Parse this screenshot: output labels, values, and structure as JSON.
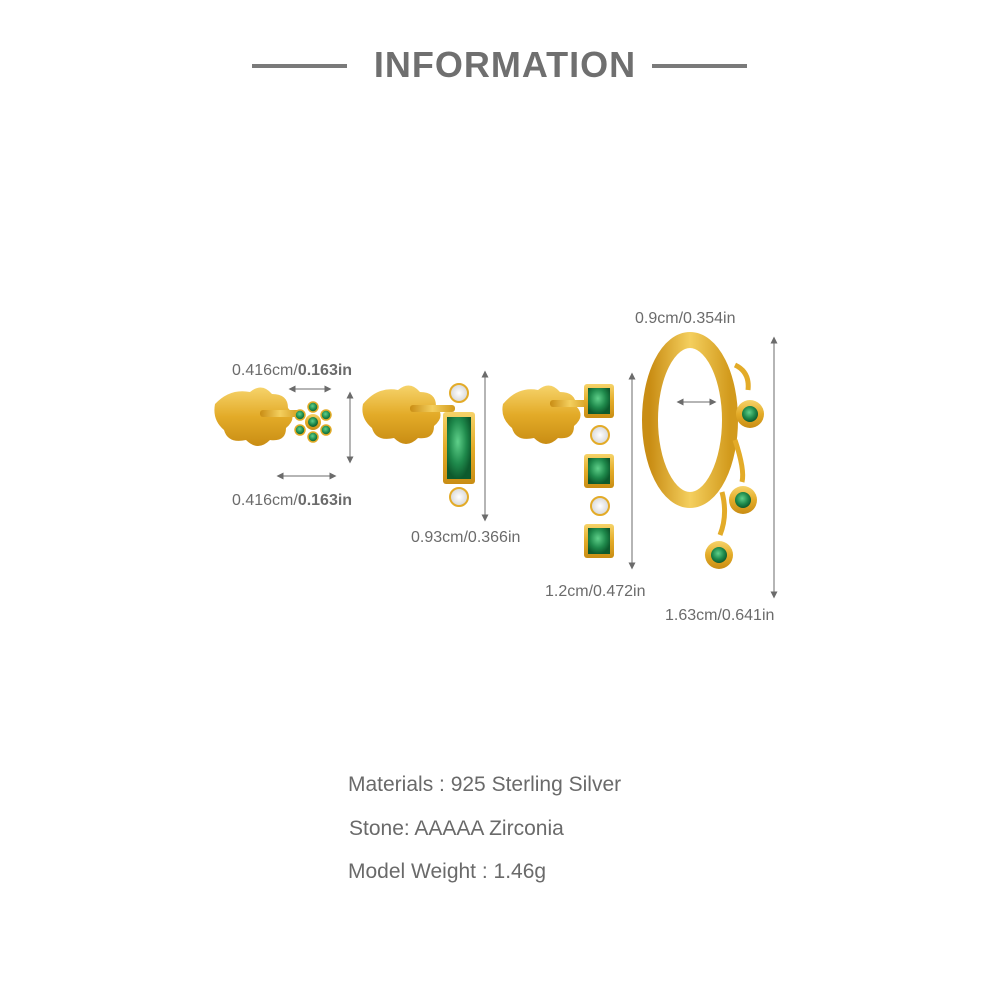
{
  "header": {
    "title": "INFORMATION"
  },
  "dimensions": {
    "flower_top": {
      "cm": "0.416cm/",
      "in": "0.163in"
    },
    "flower_bottom": {
      "cm": "0.416cm/",
      "in": "0.163in"
    },
    "bar_stud": "0.93cm/0.366in",
    "long_stud": "1.2cm/0.472in",
    "hoop_width": "0.9cm/0.354in",
    "hoop_height": "1.63cm/0.641in"
  },
  "specs": {
    "materials": "Materials : 925 Sterling Silver",
    "stone": "Stone: AAAAA Zirconia",
    "weight": "Model Weight : 1.46g"
  },
  "colors": {
    "gold": "#e8b532",
    "emerald": "#1f8a4c",
    "line": "#7a7a7a"
  }
}
